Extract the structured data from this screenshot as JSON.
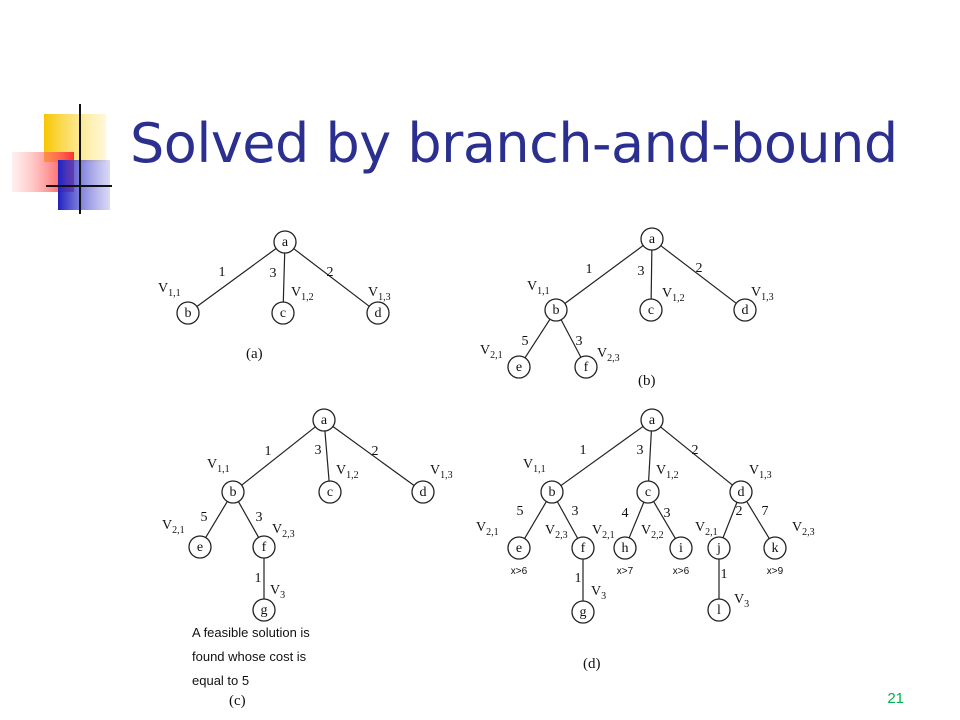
{
  "slide": {
    "title": "Solved by branch-and-bound",
    "page_number": "21"
  },
  "colors": {
    "title": "#2b2f8f",
    "page_number": "#00b050",
    "logo_yellow": "#f7c600",
    "logo_blue": "#2020c0",
    "logo_red": "#ff3030"
  },
  "figure": {
    "panels": [
      {
        "id": "a",
        "caption": "(a)",
        "nodes": [
          {
            "id": "a1",
            "label": "a"
          },
          {
            "id": "b1",
            "label": "b"
          },
          {
            "id": "c1",
            "label": "c"
          },
          {
            "id": "d1",
            "label": "d"
          }
        ],
        "edges": [
          {
            "from": "a1",
            "to": "b1",
            "weight": "1",
            "var": "V",
            "sub": "1,1"
          },
          {
            "from": "a1",
            "to": "c1",
            "weight": "3",
            "var": "V",
            "sub": "1,2"
          },
          {
            "from": "a1",
            "to": "d1",
            "weight": "2",
            "var": "V",
            "sub": "1,3"
          }
        ],
        "notes": []
      },
      {
        "id": "b",
        "caption": "(b)",
        "nodes": [
          {
            "id": "a2",
            "label": "a"
          },
          {
            "id": "b2",
            "label": "b"
          },
          {
            "id": "c2",
            "label": "c"
          },
          {
            "id": "d2",
            "label": "d"
          },
          {
            "id": "e2",
            "label": "e"
          },
          {
            "id": "f2",
            "label": "f"
          }
        ],
        "edges": [
          {
            "from": "a2",
            "to": "b2",
            "weight": "1",
            "var": "V",
            "sub": "1,1"
          },
          {
            "from": "a2",
            "to": "c2",
            "weight": "3",
            "var": "V",
            "sub": "1,2"
          },
          {
            "from": "a2",
            "to": "d2",
            "weight": "2",
            "var": "V",
            "sub": "1,3"
          },
          {
            "from": "b2",
            "to": "e2",
            "weight": "5",
            "var": "V",
            "sub": "2,1"
          },
          {
            "from": "b2",
            "to": "f2",
            "weight": "3",
            "var": "V",
            "sub": "2,3"
          }
        ],
        "notes": []
      },
      {
        "id": "c",
        "caption": "(c)",
        "nodes": [
          {
            "id": "a3",
            "label": "a"
          },
          {
            "id": "b3",
            "label": "b"
          },
          {
            "id": "c3",
            "label": "c"
          },
          {
            "id": "d3",
            "label": "d"
          },
          {
            "id": "e3",
            "label": "e"
          },
          {
            "id": "f3",
            "label": "f"
          },
          {
            "id": "g3",
            "label": "g"
          }
        ],
        "edges": [
          {
            "from": "a3",
            "to": "b3",
            "weight": "1",
            "var": "V",
            "sub": "1,1"
          },
          {
            "from": "a3",
            "to": "c3",
            "weight": "3",
            "var": "V",
            "sub": "1,2"
          },
          {
            "from": "a3",
            "to": "d3",
            "weight": "2",
            "var": "V",
            "sub": "1,3"
          },
          {
            "from": "b3",
            "to": "e3",
            "weight": "5",
            "var": "V",
            "sub": "2,1"
          },
          {
            "from": "b3",
            "to": "f3",
            "weight": "3",
            "var": "V",
            "sub": "2,3"
          },
          {
            "from": "f3",
            "to": "g3",
            "weight": "1",
            "var": "V",
            "sub": "3"
          }
        ],
        "notes": [
          "A feasible solution is",
          "found whose cost is",
          "equal to 5"
        ]
      },
      {
        "id": "d",
        "caption": "(d)",
        "nodes": [
          {
            "id": "a4",
            "label": "a"
          },
          {
            "id": "b4",
            "label": "b"
          },
          {
            "id": "c4",
            "label": "c"
          },
          {
            "id": "d4",
            "label": "d"
          },
          {
            "id": "e4",
            "label": "e",
            "bound": "x>6"
          },
          {
            "id": "f4",
            "label": "f"
          },
          {
            "id": "g4",
            "label": "g"
          },
          {
            "id": "h4",
            "label": "h",
            "bound": "x>7"
          },
          {
            "id": "i4",
            "label": "i",
            "bound": "x>6"
          },
          {
            "id": "j4",
            "label": "j"
          },
          {
            "id": "k4",
            "label": "k",
            "bound": "x>9"
          },
          {
            "id": "l4",
            "label": "l"
          }
        ],
        "edges": [
          {
            "from": "a4",
            "to": "b4",
            "weight": "1",
            "var": "V",
            "sub": "1,1"
          },
          {
            "from": "a4",
            "to": "c4",
            "weight": "3",
            "var": "V",
            "sub": "1,2"
          },
          {
            "from": "a4",
            "to": "d4",
            "weight": "2",
            "var": "V",
            "sub": "1,3"
          },
          {
            "from": "b4",
            "to": "e4",
            "weight": "5",
            "var": "V",
            "sub": "2,1"
          },
          {
            "from": "b4",
            "to": "f4",
            "weight": "3",
            "var": "V",
            "sub": "2,3"
          },
          {
            "from": "f4",
            "to": "g4",
            "weight": "1",
            "var": "V",
            "sub": "3"
          },
          {
            "from": "c4",
            "to": "h4",
            "weight": "4",
            "var": "V",
            "sub": "2,1"
          },
          {
            "from": "c4",
            "to": "i4",
            "weight": "3",
            "var": "V",
            "sub": "2,2"
          },
          {
            "from": "d4",
            "to": "j4",
            "weight": "2",
            "var": "V",
            "sub": "2,1"
          },
          {
            "from": "d4",
            "to": "k4",
            "weight": "7",
            "var": "V",
            "sub": "2,3"
          },
          {
            "from": "j4",
            "to": "l4",
            "weight": "1",
            "var": "V",
            "sub": "3"
          }
        ],
        "notes": []
      }
    ]
  }
}
